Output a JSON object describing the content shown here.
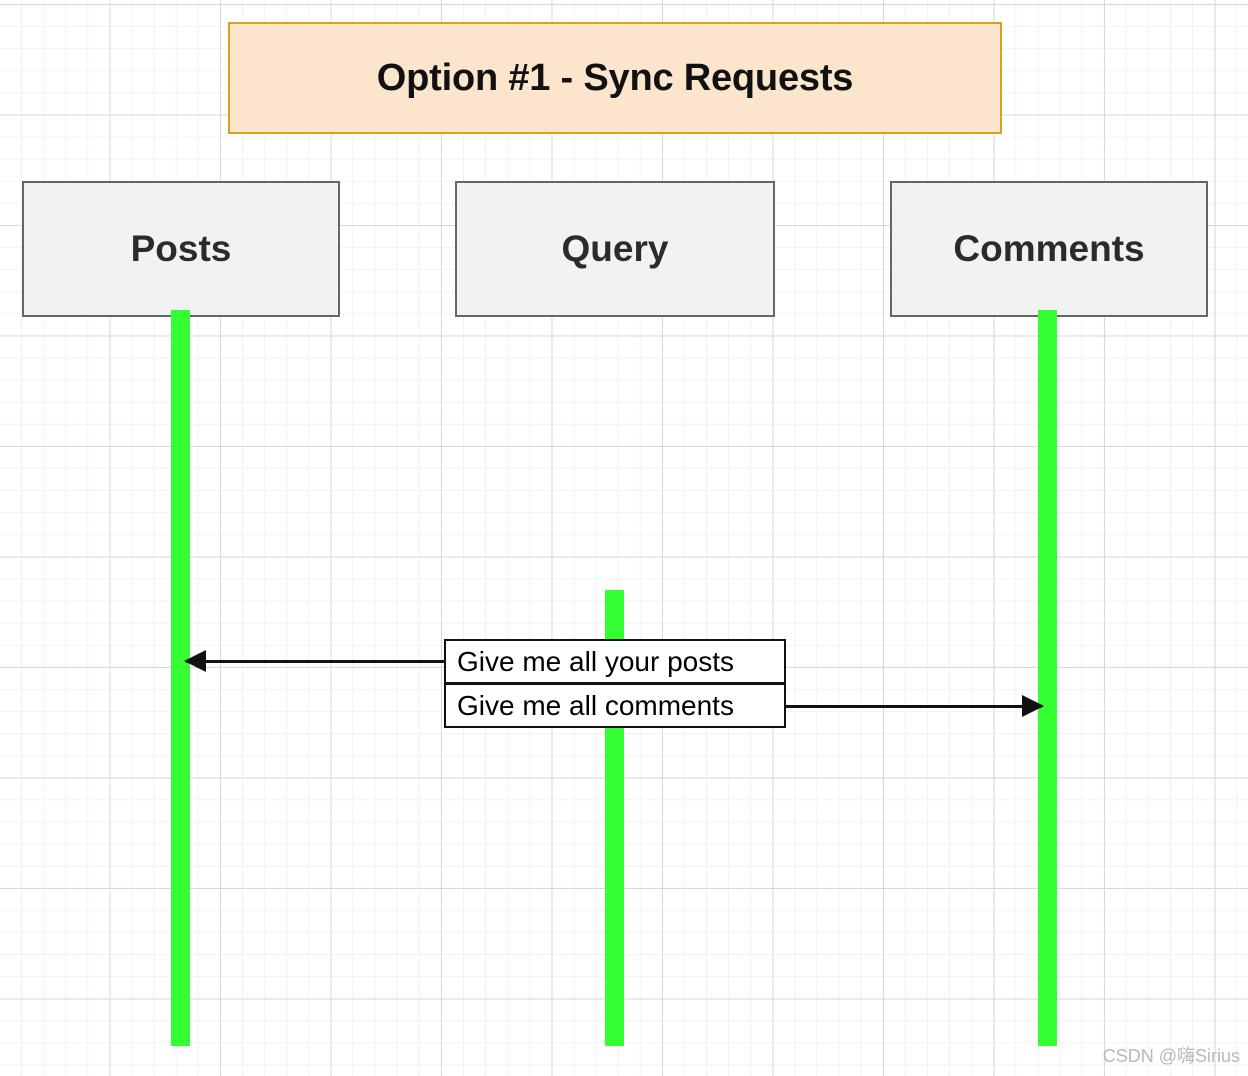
{
  "diagram": {
    "type": "sequence-diagram",
    "title": "Option #1 - Sync Requests",
    "title_fill": "#fce5cd",
    "title_border": "#d6a417",
    "participant_fill": "#f2f2f2",
    "participant_border": "#666666",
    "lifeline_color": "#33ff33",
    "message_color": "#111111",
    "participants": [
      {
        "name": "Posts"
      },
      {
        "name": "Query"
      },
      {
        "name": "Comments"
      }
    ],
    "messages": [
      {
        "label": "Give me all your posts",
        "from": "Query",
        "to": "Posts",
        "direction": "left"
      },
      {
        "label": "Give me all comments",
        "from": "Query",
        "to": "Comments",
        "direction": "right"
      }
    ]
  },
  "watermark": {
    "text": "CSDN @嗨Sirius"
  }
}
